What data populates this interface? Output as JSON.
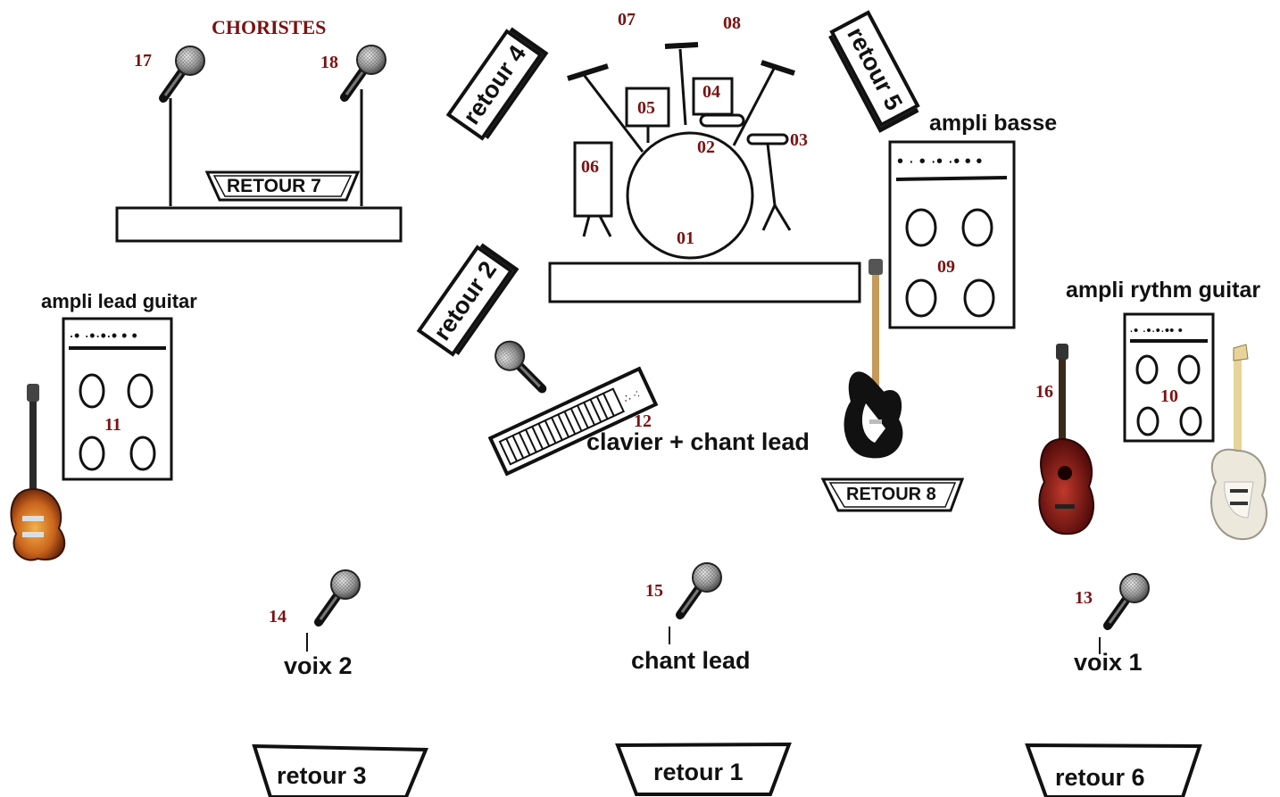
{
  "labels": {
    "choristes": "CHORISTES",
    "ampli_basse": "ampli basse",
    "ampli_lead": "ampli lead guitar",
    "ampli_rythm": "ampli rythm guitar",
    "clavier": "clavier + chant lead",
    "voix2": "voix 2",
    "chant_lead": "chant lead",
    "voix1": "voix 1"
  },
  "monitors": {
    "r1": "retour 1",
    "r2": "retour 2",
    "r3": "retour 3",
    "r4": "retour 4",
    "r5": "retour 5",
    "r6": "retour 6",
    "r7": "RETOUR 7",
    "r8": "RETOUR 8"
  },
  "numbers": {
    "n01": "01",
    "n02": "02",
    "n03": "03",
    "n04": "04",
    "n05": "05",
    "n06": "06",
    "n07": "07",
    "n08": "08",
    "n09": "09",
    "n10": "10",
    "n11": "11",
    "n12": "12",
    "n13": "13",
    "n14": "14",
    "n15": "15",
    "n16": "16",
    "n17": "17",
    "n18": "18"
  },
  "colors": {
    "ink": "#111111",
    "number_red": "#7a1212",
    "sunburst": "#b8501a",
    "acoustic_red": "#8f1a1a",
    "strat_white": "#ece8dc"
  },
  "icons": [
    "microphone-icon",
    "electric-guitar-icon",
    "bass-guitar-icon",
    "acoustic-guitar-icon",
    "keyboard-icon",
    "drum-kit-icon",
    "amplifier-icon"
  ]
}
